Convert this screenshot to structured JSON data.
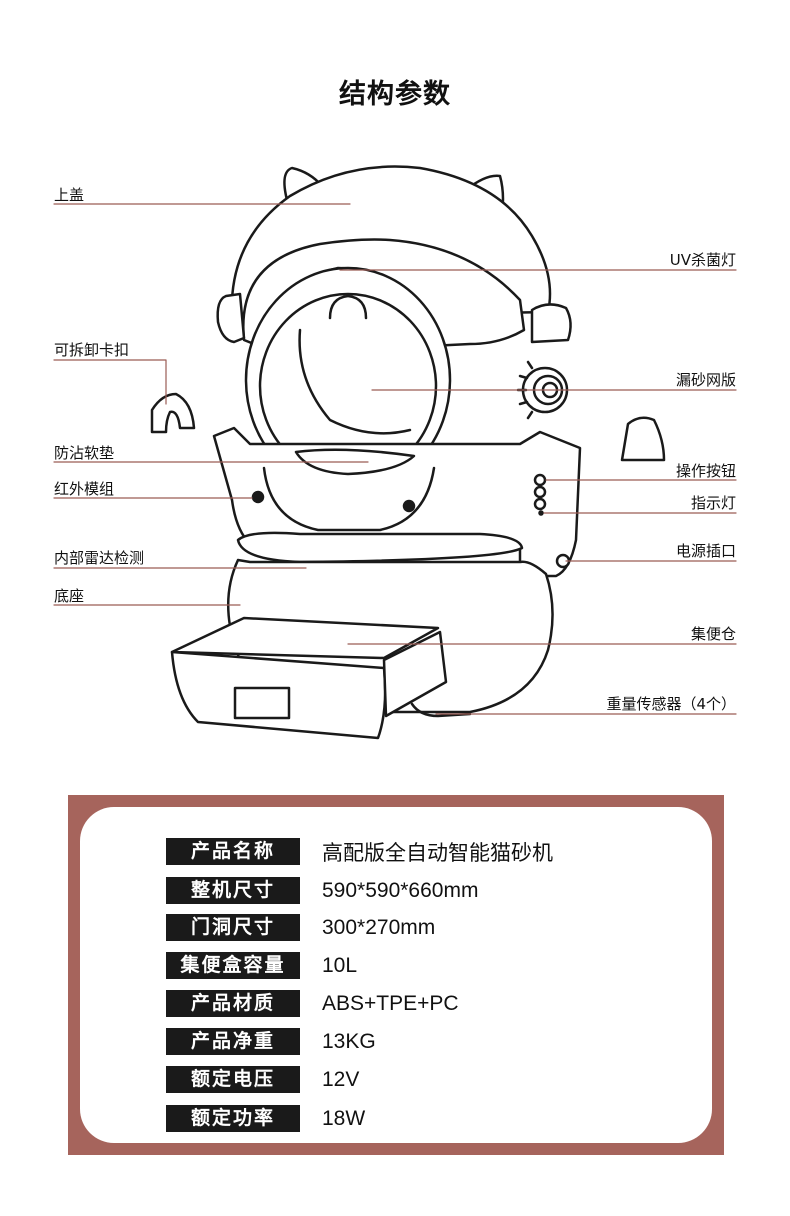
{
  "title": "结构参数",
  "callouts": {
    "top_cover": "上盖",
    "uv_lamp": "UV杀菌灯",
    "detachable_clip": "可拆卸卡扣",
    "litter_screen": "漏砂网版",
    "anti_stick_pad": "防沾软垫",
    "control_button": "操作按钮",
    "infrared_module": "红外模组",
    "indicator_light": "指示灯",
    "internal_radar": "内部雷达检测",
    "power_port": "电源插口",
    "base": "底座",
    "waste_drawer": "集便仓",
    "weight_sensor": "重量传感器（4个）"
  },
  "specs": [
    {
      "key": "产品名称",
      "value": "高配版全自动智能猫砂机"
    },
    {
      "key": "整机尺寸",
      "value": "590*590*660mm"
    },
    {
      "key": "门洞尺寸",
      "value": "300*270mm"
    },
    {
      "key": "集便盒容量",
      "value": "10L"
    },
    {
      "key": "产品材质",
      "value": "ABS+TPE+PC"
    },
    {
      "key": "产品净重",
      "value": "13KG"
    },
    {
      "key": "额定电压",
      "value": "12V"
    },
    {
      "key": "额定功率",
      "value": "18W"
    }
  ],
  "colors": {
    "leader_line": "#9a5c55",
    "panel_frame": "#a6645c",
    "key_bg": "#1a1a1a"
  }
}
